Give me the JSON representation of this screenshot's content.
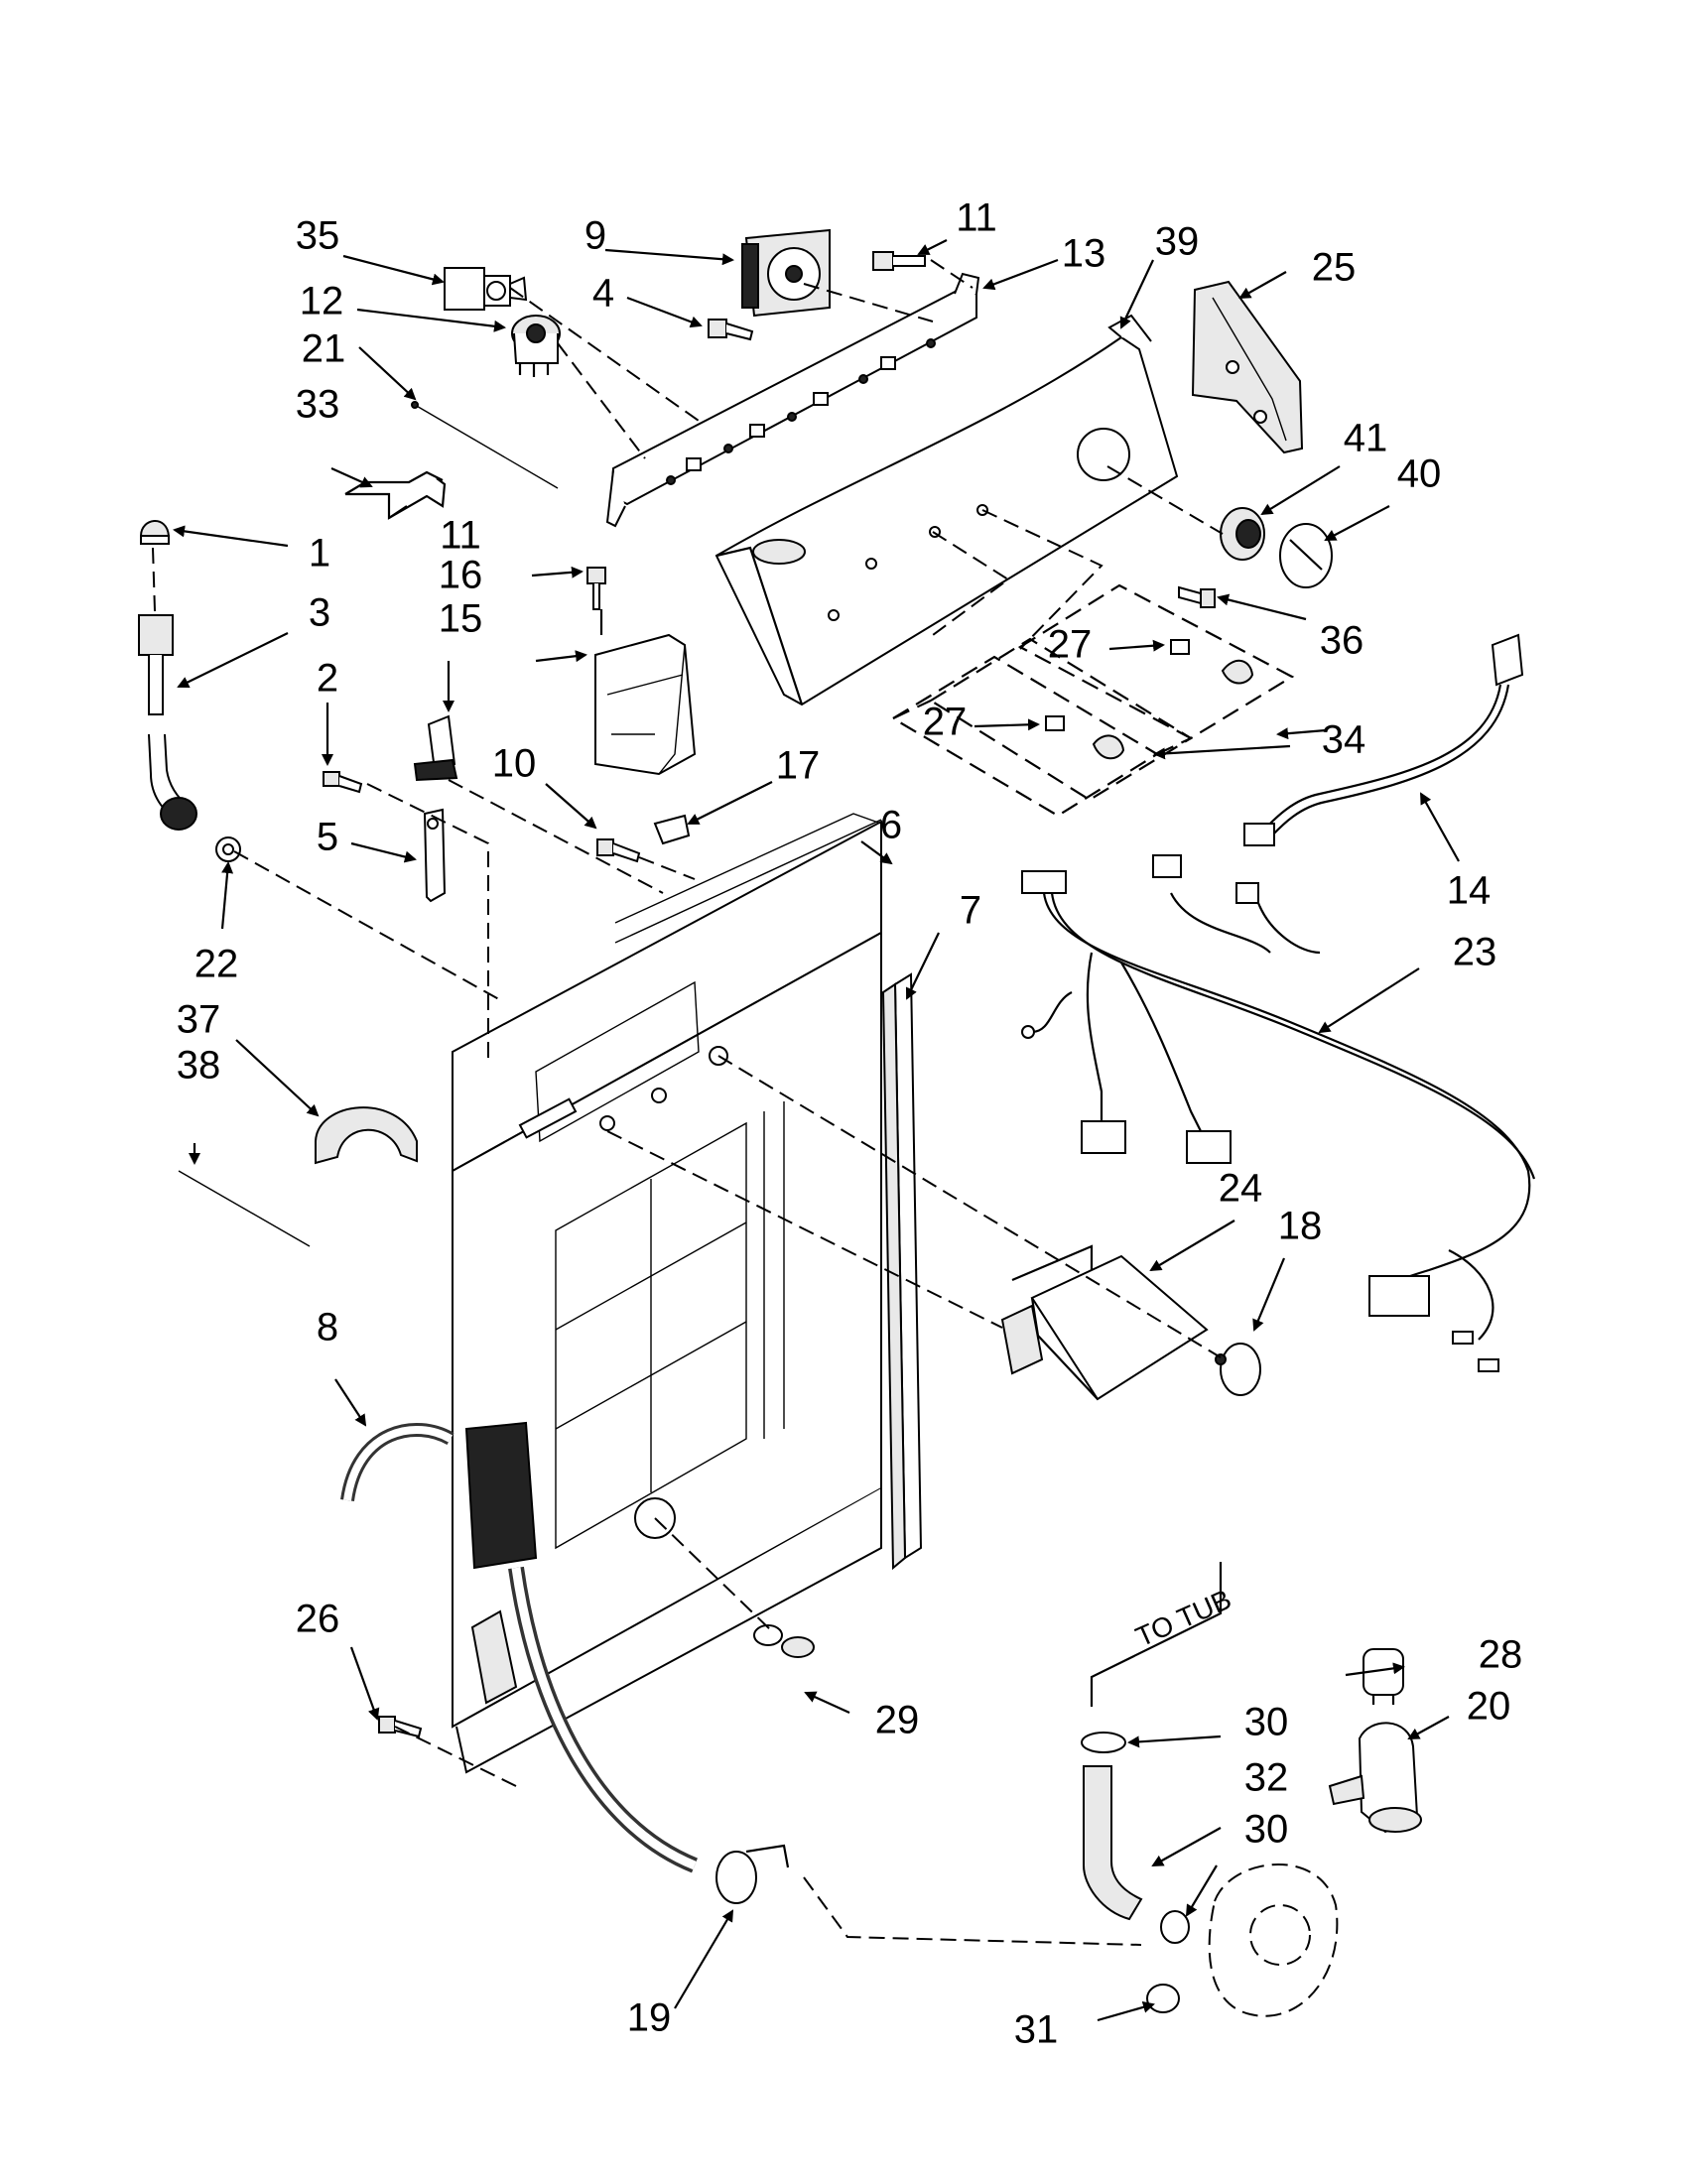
{
  "diagram": {
    "callouts": [
      {
        "id": "c1",
        "text": "1"
      },
      {
        "id": "c2",
        "text": "2"
      },
      {
        "id": "c3",
        "text": "3"
      },
      {
        "id": "c4",
        "text": "4"
      },
      {
        "id": "c5",
        "text": "5"
      },
      {
        "id": "c6",
        "text": "6"
      },
      {
        "id": "c7",
        "text": "7"
      },
      {
        "id": "c8",
        "text": "8"
      },
      {
        "id": "c9",
        "text": "9"
      },
      {
        "id": "c10",
        "text": "10"
      },
      {
        "id": "c11a",
        "text": "11"
      },
      {
        "id": "c11b",
        "text": "11"
      },
      {
        "id": "c12",
        "text": "12"
      },
      {
        "id": "c13",
        "text": "13"
      },
      {
        "id": "c14",
        "text": "14"
      },
      {
        "id": "c15",
        "text": "15"
      },
      {
        "id": "c16",
        "text": "16"
      },
      {
        "id": "c17",
        "text": "17"
      },
      {
        "id": "c18",
        "text": "18"
      },
      {
        "id": "c19",
        "text": "19"
      },
      {
        "id": "c20",
        "text": "20"
      },
      {
        "id": "c21",
        "text": "21"
      },
      {
        "id": "c22",
        "text": "22"
      },
      {
        "id": "c23",
        "text": "23"
      },
      {
        "id": "c24",
        "text": "24"
      },
      {
        "id": "c25",
        "text": "25"
      },
      {
        "id": "c26",
        "text": "26"
      },
      {
        "id": "c27a",
        "text": "27"
      },
      {
        "id": "c27b",
        "text": "27"
      },
      {
        "id": "c28",
        "text": "28"
      },
      {
        "id": "c29",
        "text": "29"
      },
      {
        "id": "c30a",
        "text": "30"
      },
      {
        "id": "c30b",
        "text": "30"
      },
      {
        "id": "c31",
        "text": "31"
      },
      {
        "id": "c32",
        "text": "32"
      },
      {
        "id": "c33",
        "text": "33"
      },
      {
        "id": "c34",
        "text": "34"
      },
      {
        "id": "c35",
        "text": "35"
      },
      {
        "id": "c36",
        "text": "36"
      },
      {
        "id": "c37",
        "text": "37"
      },
      {
        "id": "c38",
        "text": "38"
      },
      {
        "id": "c39",
        "text": "39"
      },
      {
        "id": "c40",
        "text": "40"
      },
      {
        "id": "c41",
        "text": "41"
      }
    ],
    "annotations": {
      "to_tub": "TO TUB"
    }
  }
}
